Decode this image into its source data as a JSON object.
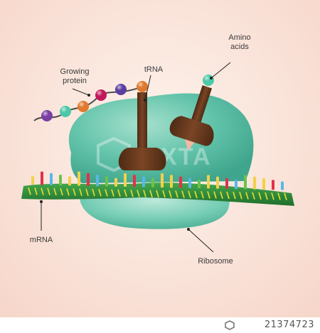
{
  "labels": {
    "amino_acids_line1": "Amino",
    "amino_acids_line2": "acids",
    "growing_protein_line1": "Growing",
    "growing_protein_line2": "protein",
    "trna": "tRNA",
    "mrna": "mRNA",
    "ribosome": "Ribosome"
  },
  "watermark": "PIXTA",
  "footer": {
    "stock_id": "21374723"
  },
  "colors": {
    "background_center": "#fdf3ec",
    "background_edge": "#f8d9cf",
    "ribosome": "#5fc0a8",
    "trna": "#6b3a1e",
    "mrna_strand": "#2e8b3a",
    "mrna_ticks": "#e6df36",
    "chain_link": "#4a4a4a"
  },
  "protein_beads": [
    "#7a3fa3",
    "#4cc8a8",
    "#e07a2e",
    "#c2185b",
    "#5b3fa0",
    "#e07a2e"
  ],
  "amino_acid_free": "#4cc8a8",
  "codon_colors": [
    "#f2d14a",
    "#e0324b",
    "#59b7e8",
    "#6cc24a",
    "#f2d14a"
  ]
}
